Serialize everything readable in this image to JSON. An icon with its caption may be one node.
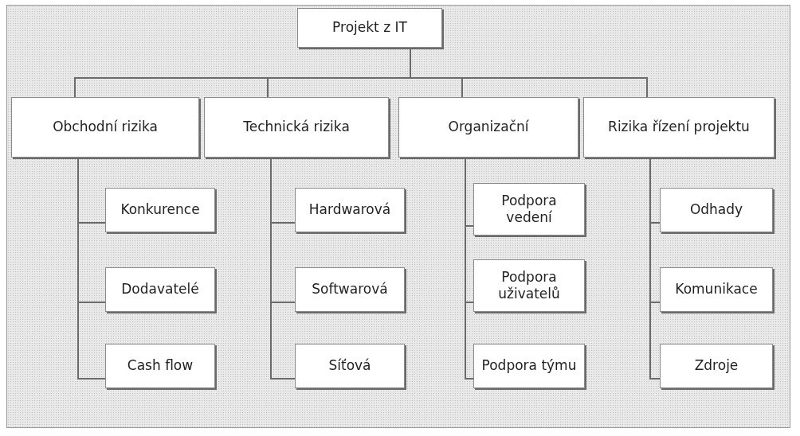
{
  "diagram": {
    "nodes": [
      {
        "text": [
          "Projekt z IT"
        ]
      },
      {
        "text": [
          "Obchodní rizika"
        ]
      },
      {
        "text": [
          "Technická rizika"
        ]
      },
      {
        "text": [
          "Organizační"
        ]
      },
      {
        "text": [
          "Rizika řízení projektu"
        ]
      },
      {
        "text": [
          "Konkurence"
        ]
      },
      {
        "text": [
          "Dodavatelé"
        ]
      },
      {
        "text": [
          "Cash flow"
        ]
      },
      {
        "text": [
          "Hardwarová"
        ]
      },
      {
        "text": [
          "Softwarová"
        ]
      },
      {
        "text": [
          "Síťová"
        ]
      },
      {
        "text": [
          "Podpora vedení"
        ]
      },
      {
        "text": [
          "Podpora uživatelů"
        ]
      },
      {
        "text": [
          "Podpora týmu"
        ]
      },
      {
        "text": [
          "Odhady"
        ]
      },
      {
        "text": [
          "Komunikace"
        ]
      },
      {
        "text": [
          "Zdroje"
        ]
      }
    ],
    "edges": [
      {
        "from": 0,
        "to": 1,
        "arrow": "none"
      },
      {
        "from": 0,
        "to": 2,
        "arrow": "none"
      },
      {
        "from": 0,
        "to": 3,
        "arrow": "none"
      },
      {
        "from": 0,
        "to": 4,
        "arrow": "none"
      },
      {
        "from": 1,
        "to": 5,
        "arrow": "none"
      },
      {
        "from": 1,
        "to": 6,
        "arrow": "none"
      },
      {
        "from": 1,
        "to": 7,
        "arrow": "none"
      },
      {
        "from": 2,
        "to": 8,
        "arrow": "none"
      },
      {
        "from": 2,
        "to": 9,
        "arrow": "none"
      },
      {
        "from": 2,
        "to": 10,
        "arrow": "none"
      },
      {
        "from": 3,
        "to": 11,
        "arrow": "none"
      },
      {
        "from": 3,
        "to": 12,
        "arrow": "none"
      },
      {
        "from": 3,
        "to": 13,
        "arrow": "none"
      },
      {
        "from": 4,
        "to": 14,
        "arrow": "none"
      },
      {
        "from": 4,
        "to": 15,
        "arrow": "none"
      },
      {
        "from": 4,
        "to": 16,
        "arrow": "none"
      }
    ]
  }
}
